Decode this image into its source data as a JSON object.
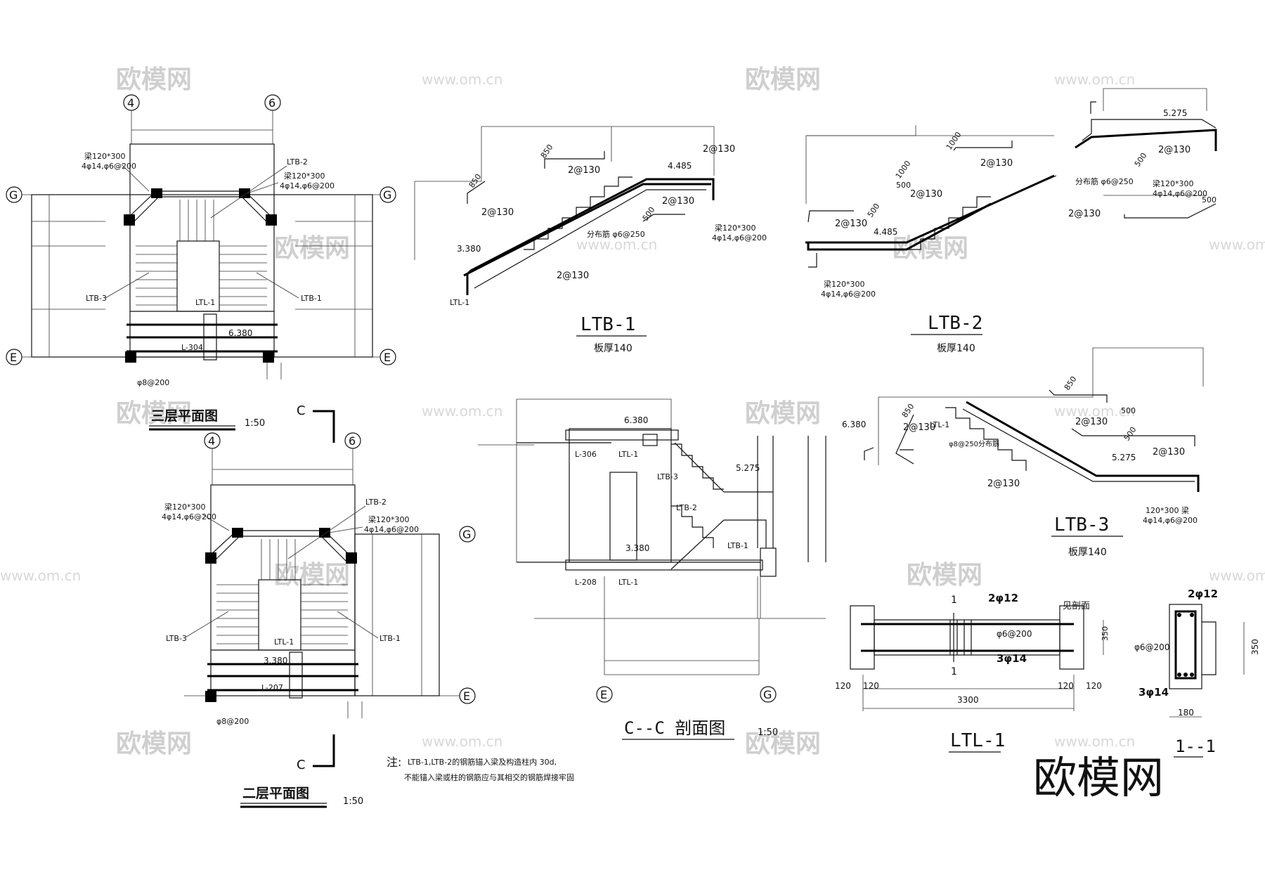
{
  "watermark": {
    "logo": "欧模网",
    "url": "www.om.cn",
    "big_logo": "欧模网"
  },
  "plan3": {
    "title": "三层平面图",
    "scale": "1:50",
    "axis_left": "4",
    "axis_right": "6",
    "axis_g": "G",
    "axis_e": "E",
    "beam_left_1": "梁120*300",
    "beam_left_2": "4φ14,φ6@200",
    "beam_right_1": "梁120*300",
    "beam_right_2": "4φ14,φ6@200",
    "ltb2": "LTB-2",
    "ltb3": "LTB-3",
    "ltb1": "LTB-1",
    "ltl1": "LTL-1",
    "elev": "6.380",
    "beam": "L-304",
    "rebar": "φ8@200"
  },
  "plan2": {
    "title": "二层平面图",
    "scale": "1:50",
    "axis_left": "4",
    "axis_right": "6",
    "axis_g": "G",
    "axis_e": "E",
    "beam_left_1": "梁120*300",
    "beam_left_2": "4φ14,φ6@200",
    "beam_right_1": "梁120*300",
    "beam_right_2": "4φ14,φ6@200",
    "ltb2": "LTB-2",
    "ltb3": "LTB-3",
    "ltb1": "LTB-1",
    "ltl1": "LTL-1",
    "elev": "3.380",
    "beam": "L-207",
    "rebar": "φ8@200"
  },
  "section_mark": {
    "c": "C"
  },
  "ltb1": {
    "title": "LTB-1",
    "thickness": "板厚140",
    "d850": "850",
    "r1": "2@130",
    "r2": "2@130",
    "r3": "2@130",
    "r4": "2@130",
    "r5": "2@130",
    "elev_top": "4.485",
    "elev_bot": "3.380",
    "dist": "分布筋 φ6@250",
    "d500": "500",
    "beam1": "梁120*300",
    "beam2": "4φ14,φ6@200",
    "ltl": "LTL-1"
  },
  "ltb2": {
    "title": "LTB-2",
    "thickness": "板厚140",
    "d1000a": "1000",
    "d1000b": "1000",
    "r1": "2@130",
    "r2": "2@130",
    "r3": "2@130",
    "r4": "2@130",
    "r5": "2@130",
    "d500a": "500",
    "d500b": "500",
    "d500c": "500",
    "d500d": "500",
    "elev_top": "5.275",
    "elev_bot": "4.485",
    "dist": "分布筋 φ6@250",
    "beam1": "梁120*300",
    "beam2": "4φ14,φ6@200",
    "beam3": "梁120*300",
    "beam4": "4φ14,φ6@200"
  },
  "ltb3": {
    "title": "LTB-3",
    "thickness": "板厚140",
    "d850a": "850",
    "d850b": "850",
    "d500a": "500",
    "d500b": "500",
    "r1": "2@130",
    "r2": "2@130",
    "r3": "2@130",
    "r4": "2@130",
    "elev_top": "6.380",
    "elev_mid": "5.275",
    "dist": "φ8@250分布筋",
    "ltl": "LTL-1",
    "beam1": "120*300 梁",
    "beam2": "4φ14,φ6@200"
  },
  "section": {
    "title": "C--C 剖面图",
    "scale": "1:50",
    "e6380": "6.380",
    "e5275": "5.275",
    "e3380": "3.380",
    "l306": "L-306",
    "ltl1a": "LTL-1",
    "ltb3": "LTB-3",
    "ltb2": "LTB-2",
    "ltb1": "LTB-1",
    "l208": "L-208",
    "ltl1b": "LTL-1",
    "axis_e": "E",
    "axis_g": "G"
  },
  "ltl": {
    "title": "LTL-1",
    "top_bar": "2φ12",
    "stirrup": "φ6@200",
    "bot_bar": "3φ14",
    "see": "见剖面",
    "h": "350",
    "d120a": "120",
    "d120b": "120",
    "d120c": "120",
    "d120d": "120",
    "span": "3300",
    "mark": "1"
  },
  "sec11": {
    "title": "1--1",
    "top_bar": "2φ12",
    "stirrup": "φ6@200",
    "bot_bar": "3φ14",
    "w": "180",
    "h": "350"
  },
  "note": {
    "label": "注:",
    "line1": "LTB-1,LTB-2的钢筋锚入梁及构造柱内 30d,",
    "line2": "不能锚入梁或柱的钢筋应与其相交的钢筋焊接牢固"
  }
}
